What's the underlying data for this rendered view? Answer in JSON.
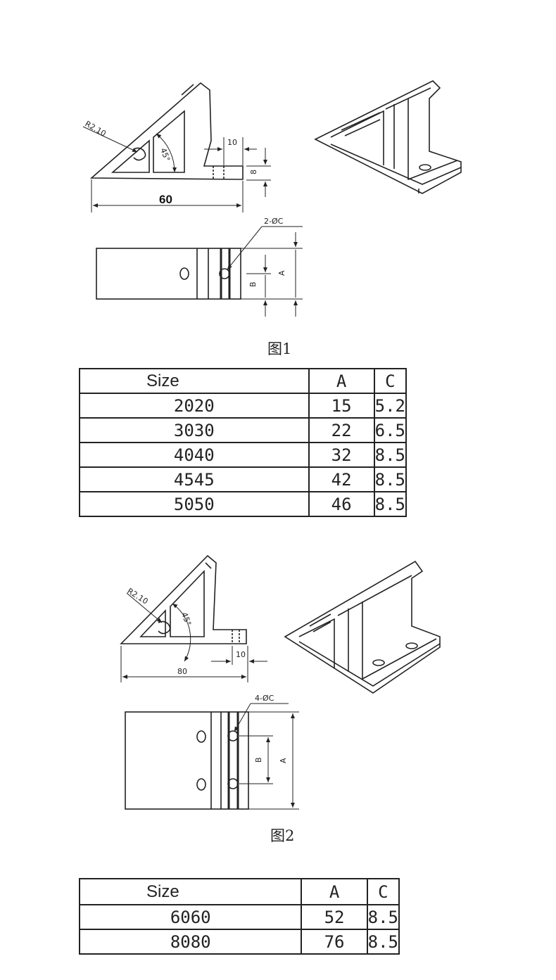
{
  "figure1": {
    "caption": "图1",
    "labels": {
      "radius": "R2.10",
      "angle": "45°",
      "tab_width": "10",
      "tab_height": "8",
      "length": "60",
      "holes": "2-ØC",
      "dim_a": "A",
      "dim_b": "B"
    }
  },
  "figure2": {
    "caption": "图2",
    "labels": {
      "radius": "R2.10",
      "angle": "45°",
      "tab_width": "10",
      "length": "80",
      "holes": "4-ØC",
      "dim_a": "A",
      "dim_b": "B"
    }
  },
  "table1": {
    "headers": [
      "Size",
      "A",
      "C"
    ],
    "rows": [
      [
        "2020",
        "15",
        "5.2"
      ],
      [
        "3030",
        "22",
        "6.5"
      ],
      [
        "4040",
        "32",
        "8.5"
      ],
      [
        "4545",
        "42",
        "8.5"
      ],
      [
        "5050",
        "46",
        "8.5"
      ]
    ]
  },
  "table2": {
    "headers": [
      "Size",
      "A",
      "C"
    ],
    "rows": [
      [
        "6060",
        "52",
        "8.5"
      ],
      [
        "8080",
        "76",
        "8.5"
      ]
    ]
  }
}
